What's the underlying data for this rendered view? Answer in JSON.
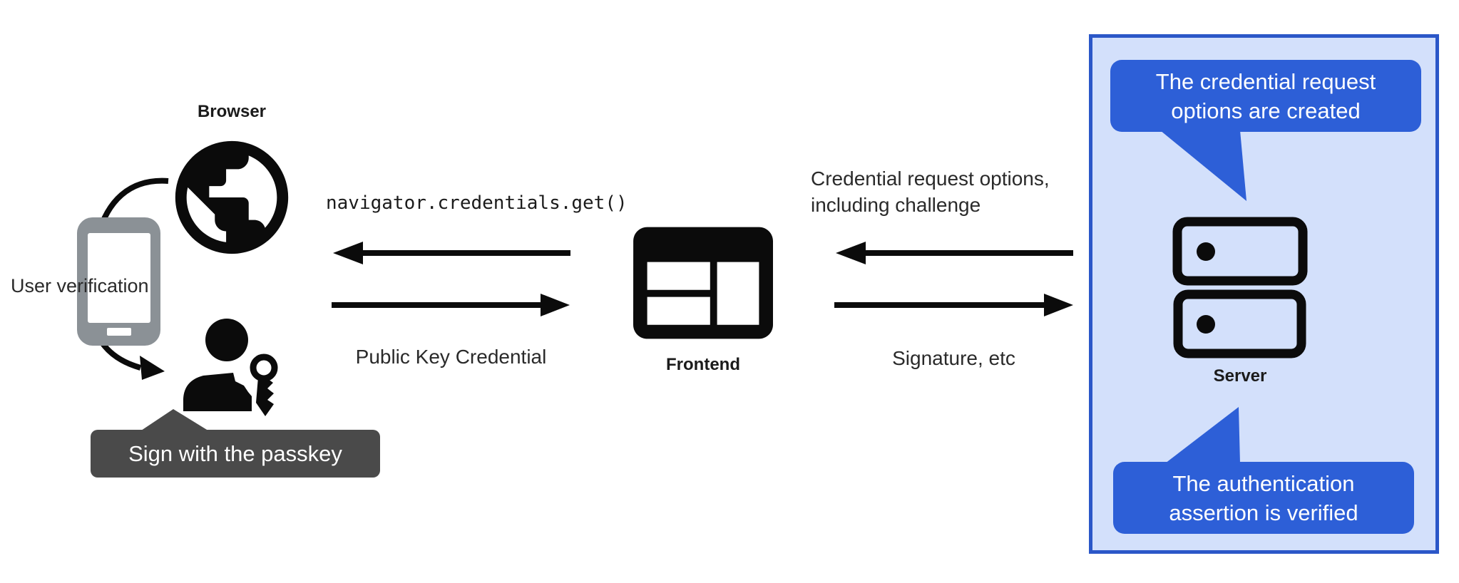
{
  "colors": {
    "background": "#ffffff",
    "accent_blue": "#2d5fd7",
    "panel_bg": "#d3e0fb",
    "panel_border": "#2b57c8",
    "tooltip_bg": "#4a4a4a",
    "phone_gray": "#8b9196",
    "icon_black": "#0b0b0b",
    "text": "#202124"
  },
  "browser_section": {
    "browser_label": "Browser",
    "user_verification_label": "User verification",
    "passkey_tooltip": "Sign with the passkey",
    "icons": [
      "globe-icon",
      "smartphone-icon",
      "person-with-key-icon"
    ]
  },
  "frontend_section": {
    "frontend_label": "Frontend",
    "api_call_label": "navigator.credentials.get()",
    "response_label": "Public Key Credential",
    "icons": [
      "browser-window-icon"
    ]
  },
  "server_section": {
    "server_label": "Server",
    "request_label_lines": [
      "Credential request options,",
      "including challenge"
    ],
    "response_label": "Signature, etc",
    "top_bubble_lines": [
      "The credential request",
      "options are created"
    ],
    "bottom_bubble_lines": [
      "The authentication",
      "assertion is verified"
    ],
    "icons": [
      "server-stack-icon"
    ]
  }
}
